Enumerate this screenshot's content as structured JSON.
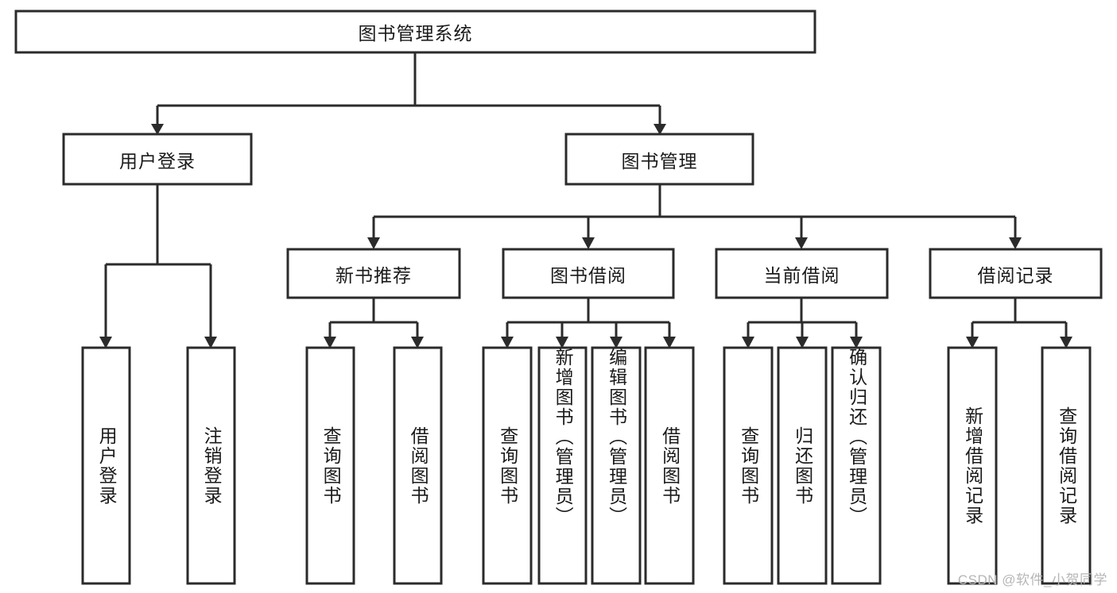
{
  "diagram": {
    "type": "tree",
    "title": "图书管理系统",
    "background_color": "#ffffff",
    "stroke_color": "#2b2b2b",
    "text_color": "#1a1a1a",
    "watermark": "CSDN @软件_小贺同学",
    "nodes": {
      "root": {
        "label": "图书管理系统"
      },
      "level2": [
        {
          "label": "用户登录"
        },
        {
          "label": "图书管理"
        }
      ],
      "level3": [
        {
          "label": "新书推荐"
        },
        {
          "label": "图书借阅"
        },
        {
          "label": "当前借阅"
        },
        {
          "label": "借阅记录"
        }
      ],
      "leaves": {
        "user_login": [
          {
            "label": "用户登录"
          },
          {
            "label": "注销登录"
          }
        ],
        "new_book_recommend": [
          {
            "label": "查询图书"
          },
          {
            "label": "借阅图书"
          }
        ],
        "book_borrow": [
          {
            "label": "查询图书"
          },
          {
            "label": "新增图书（管理员）"
          },
          {
            "label": "编辑图书（管理员）"
          },
          {
            "label": "借阅图书"
          }
        ],
        "current_borrow": [
          {
            "label": "查询图书"
          },
          {
            "label": "归还图书"
          },
          {
            "label": "确认归还（管理员）"
          }
        ],
        "borrow_record": [
          {
            "label": "新增借阅记录"
          },
          {
            "label": "查询借阅记录"
          }
        ]
      }
    }
  }
}
